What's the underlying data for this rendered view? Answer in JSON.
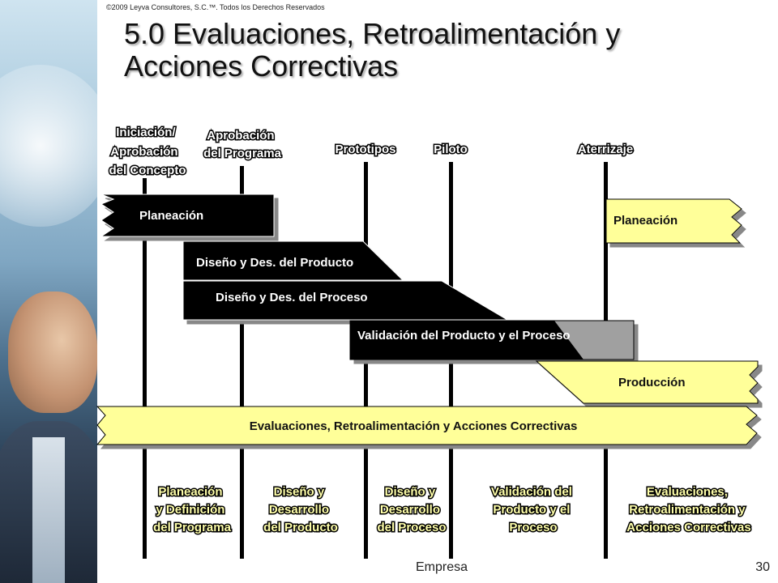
{
  "copyright": "©2009 Leyva Consultores, S.C.™. Todos los Derechos Reservados",
  "title_line1": "5.0 Evaluaciones, Retroalimentación y",
  "title_line2": "Acciones Correctivas",
  "milestones": {
    "m1": [
      "Iniciación/",
      "Aprobación",
      "del Concepto"
    ],
    "m2": [
      "Aprobación",
      "del Programa"
    ],
    "m3": "Prototipos",
    "m4": "Piloto",
    "m5": "Aterrizaje"
  },
  "bars": {
    "planeacion": "Planeación",
    "planeacion_right": "Planeación",
    "diseno_producto": "Diseño y Des. del Producto",
    "diseno_proceso": "Diseño y Des. del Proceso",
    "validacion": "Validación del Producto y el Proceso",
    "produccion": "Producción",
    "evaluaciones": "Evaluaciones, Retroalimentación y Acciones Correctivas"
  },
  "phases": {
    "p1": [
      "Planeación",
      "y Definición",
      "del Programa"
    ],
    "p2": [
      "Diseño y",
      "Desarrollo",
      "del Producto"
    ],
    "p3": [
      "Diseño y",
      "Desarrollo",
      "del Proceso"
    ],
    "p4": [
      "Validación del",
      "Producto y el",
      "Proceso"
    ],
    "p5": [
      "Evaluaciones,",
      "Retroalimentación y",
      "Acciones Correctivas"
    ]
  },
  "footer": {
    "center": "Empresa",
    "page": "30"
  },
  "colors": {
    "dark_bar": "#000000",
    "light_bar": "#ffff99",
    "gray_bar": "#a0a0a0"
  }
}
